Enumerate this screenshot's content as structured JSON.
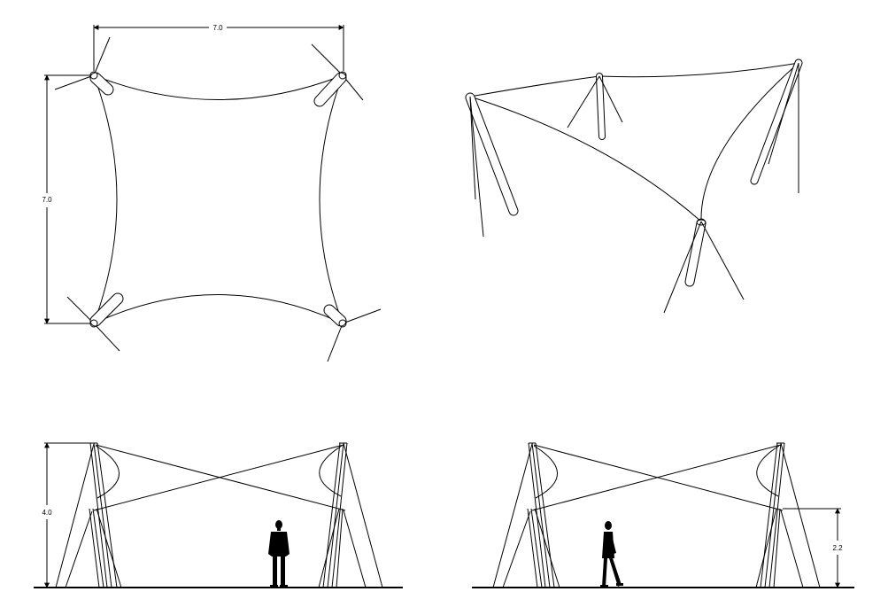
{
  "dimensions": {
    "plan_width": "7.0",
    "plan_depth": "7.0",
    "front_height": "4.0",
    "side_height": "2.2"
  },
  "colors": {
    "line": "#000000",
    "background": "#ffffff"
  }
}
